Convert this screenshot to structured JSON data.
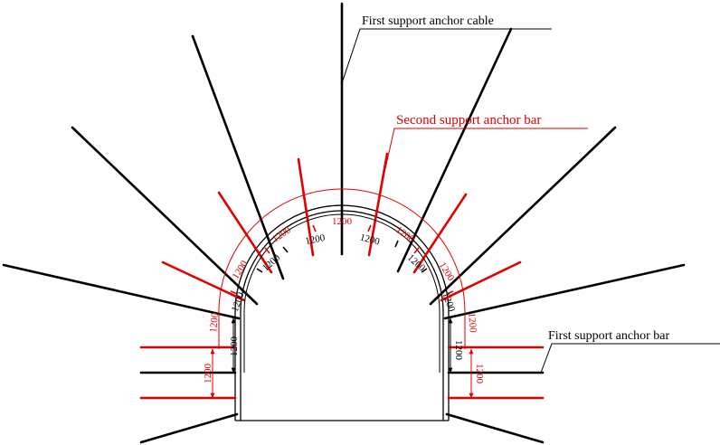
{
  "labels": {
    "cable": "First support anchor cable",
    "second_bar": "Second support anchor bar",
    "first_bar": "First support anchor bar"
  },
  "dimensions": {
    "spacing": "1200"
  },
  "colors": {
    "first_support": "#000000",
    "second_support": "#e00000",
    "lining": "#000000"
  }
}
